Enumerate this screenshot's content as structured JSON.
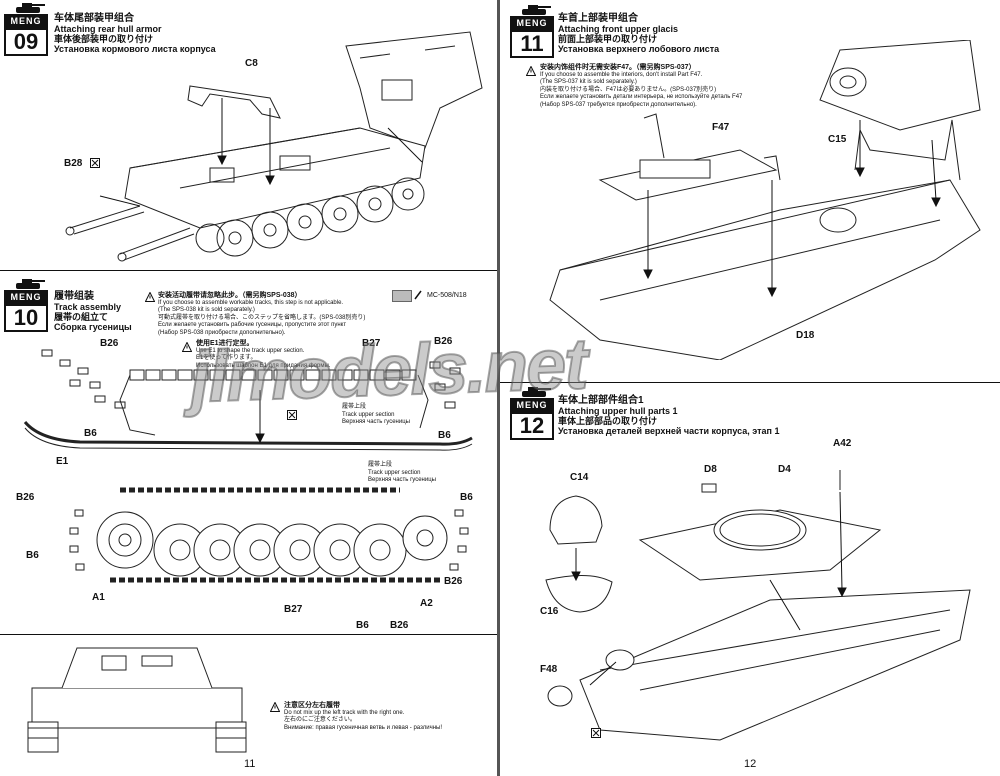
{
  "brand_logo": "MENG",
  "watermark": "jlmodels.net",
  "left_page": {
    "page_number": "11",
    "step09": {
      "number": "09",
      "title_cn": "车体尾部装甲组合",
      "title_en": "Attaching rear hull armor",
      "title_jp": "車体後部装甲の取り付け",
      "title_ru": "Установка кормового листа корпуса",
      "labels": [
        "C8",
        "B28"
      ]
    },
    "step10": {
      "number": "10",
      "title_cn": "履带组装",
      "title_en": "Track assembly",
      "title_jp": "履帯の組立て",
      "title_ru": "Сборка гусеницы",
      "paint_code": "MC-508/N18",
      "note_workable": [
        "安装活动履带请忽略此步。（需另购SPS-038）",
        "If you choose to assemble workable tracks, this step is not applicable.",
        "(The SPS-038 kit is sold separately.)",
        "可動式履帯を取り付ける場合、このステップを省略します。(SPS-038別売り)",
        "Если желаете установить рабочие гусеницы, пропустите этот пункт",
        "(Набор SPS-038 приобрести дополнительно)."
      ],
      "note_shape": [
        "使用E1进行定型。",
        "Use E1 to shape the track upper section.",
        "E1を使って作ります。",
        "Использовать шаблон E1 для придания формы."
      ],
      "track_upper_1": [
        "履帯上段",
        "Track upper section",
        "Верхняя часть гусеницы"
      ],
      "track_upper_2": [
        "履帯上段",
        "Track upper section",
        "Верхняя часть гусеницы"
      ],
      "note_sides": [
        "注意区分左右履带",
        "Do not mix up the left track with the right one.",
        "左右のにご注意ください。",
        "Внимание: правая гусеничная ветвь и левая - различны!"
      ],
      "labels": {
        "b26_top_left": "B26",
        "b27_top": "B27",
        "b26_top_right": "B26",
        "b6_left": "B6",
        "b6_right": "B6",
        "e1": "E1",
        "b26_left": "B26",
        "b6_left_2": "B6",
        "a1": "A1",
        "b27_bottom": "B27",
        "b6_bottom": "B6",
        "b26_bottom": "B26",
        "a2": "A2",
        "b26_right": "B26",
        "b6_right_2": "B6"
      }
    }
  },
  "right_page": {
    "page_number": "12",
    "step11": {
      "number": "11",
      "title_cn": "车首上部装甲组合",
      "title_en": "Attaching front upper glacis",
      "title_jp": "前面上部装甲の取り付け",
      "title_ru": "Установка верхнего лобового листа",
      "note": [
        "安装内饰组件时无需安装F47。（需另购SPS-037）",
        "If you choose to assemble the interiors, don't install Part F47.",
        "(The SPS-037 kit is sold separately.)",
        "内装を取り付ける場合、F47は必要ありません。(SPS-037別売り)",
        "Если желаете установить детали интерьера, не используйте деталь F47",
        "(Набор SPS-037 требуется приобрести дополнительно)."
      ],
      "labels": [
        "F47",
        "C15",
        "D18"
      ]
    },
    "step12": {
      "number": "12",
      "title_cn": "车体上部部件组合1",
      "title_en": "Attaching upper hull parts 1",
      "title_jp": "車体上部部品の取り付け",
      "title_ru": "Установка деталей верхней части корпуса, этап 1",
      "labels": [
        "C14",
        "D8",
        "D4",
        "A42",
        "C16",
        "F48"
      ]
    }
  },
  "colors": {
    "ink": "#111111",
    "paint_swatch": "#bbbbbb",
    "watermark": "#8c8c8c"
  }
}
